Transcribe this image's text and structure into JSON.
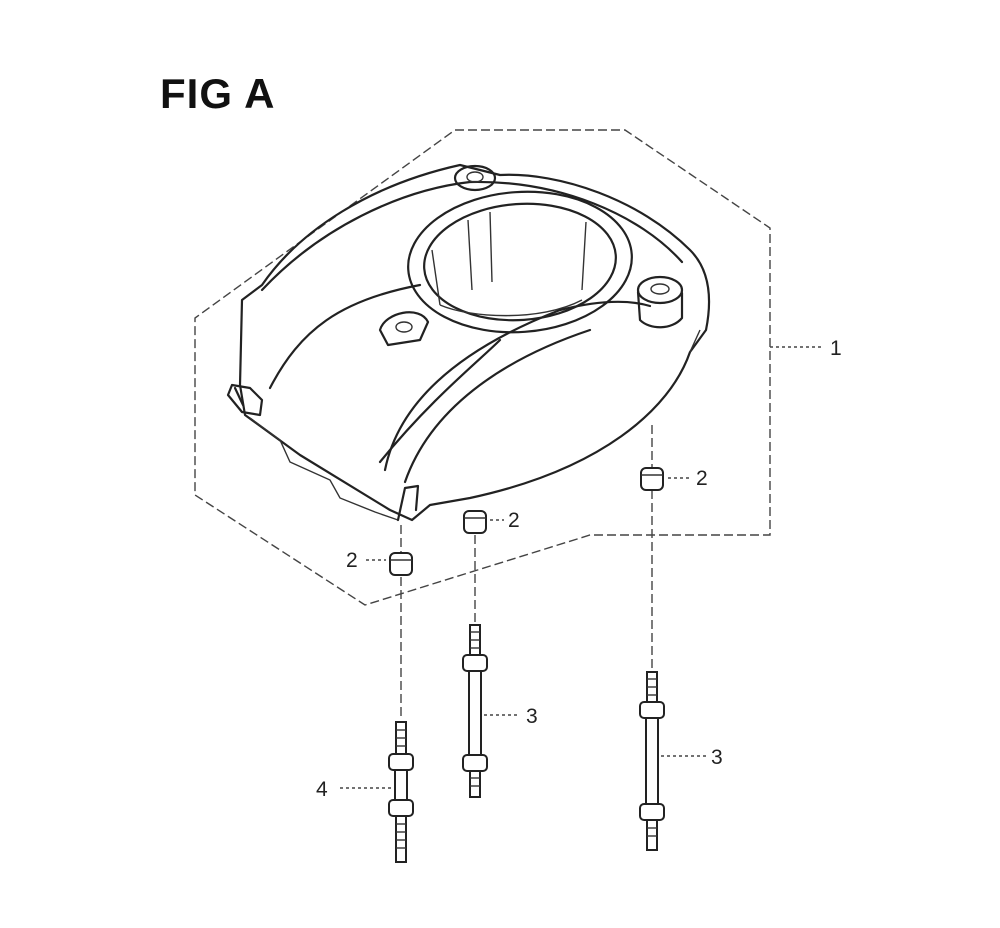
{
  "figure": {
    "title": "FIG A"
  },
  "callouts": {
    "part_1": "1",
    "part_2_right": "2",
    "part_2_center": "2",
    "part_2_left": "2",
    "part_3_center": "3",
    "part_3_right": "3",
    "part_4": "4"
  }
}
